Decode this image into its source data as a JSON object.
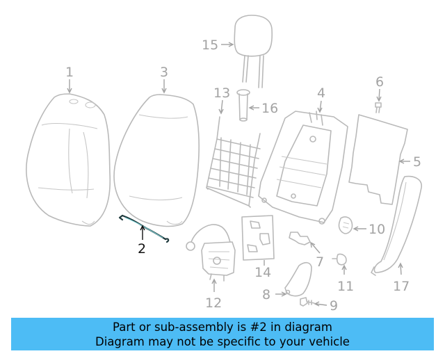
{
  "diagram": {
    "highlighted_part": "2",
    "callouts": {
      "c1": "1",
      "c2": "2",
      "c3": "3",
      "c4": "4",
      "c5": "5",
      "c6": "6",
      "c7": "7",
      "c8": "8",
      "c9": "9",
      "c10": "10",
      "c11": "11",
      "c12": "12",
      "c13": "13",
      "c14": "14",
      "c15": "15",
      "c16": "16",
      "c17": "17"
    },
    "colors": {
      "part_stroke": "#b9b9b9",
      "highlight": "#1f3a3d",
      "banner": "#4dbcf5"
    }
  },
  "banner": {
    "line1": "Part or sub-assembly is #2 in diagram",
    "line2": "Diagram may not be specific to your vehicle"
  }
}
